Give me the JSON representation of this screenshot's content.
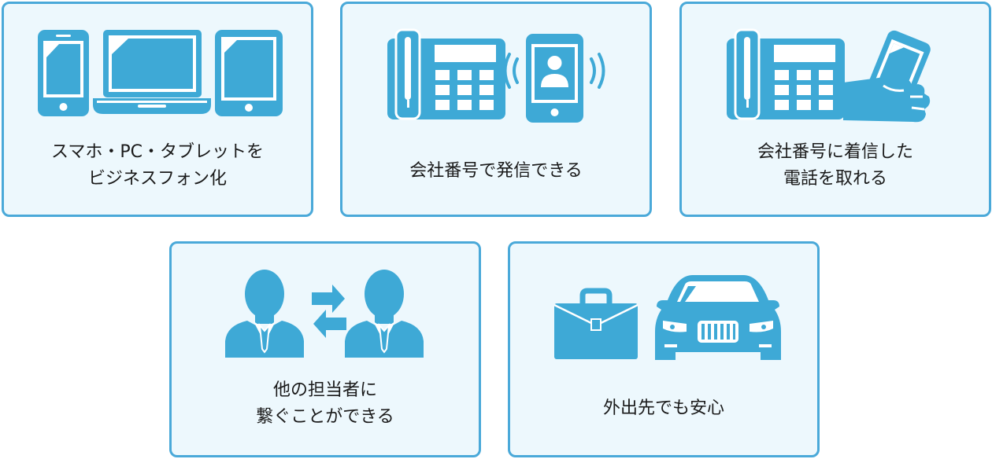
{
  "cards": [
    {
      "lines": [
        "スマホ・PC・タブレットを",
        "ビジネスフォン化"
      ],
      "icons": [
        "smartphone-icon",
        "laptop-icon",
        "tablet-icon"
      ]
    },
    {
      "lines": [
        "会社番号で発信できる"
      ],
      "icons": [
        "desk-phone-icon",
        "calling-smartphone-icon"
      ]
    },
    {
      "lines": [
        "会社番号に着信した",
        "電話を取れる"
      ],
      "icons": [
        "desk-phone-icon",
        "hand-holding-smartphone-icon"
      ]
    },
    {
      "lines": [
        "他の担当者に",
        "繋ぐことができる"
      ],
      "icons": [
        "person-icon",
        "transfer-arrows-icon",
        "person-icon"
      ]
    },
    {
      "lines": [
        "外出先でも安心"
      ],
      "icons": [
        "briefcase-icon",
        "car-icon"
      ]
    }
  ],
  "colors": {
    "icon": "#3ea9d6",
    "border": "#4aa9d9",
    "card_bg": "#edf8fd",
    "text": "#1a1a1a"
  }
}
